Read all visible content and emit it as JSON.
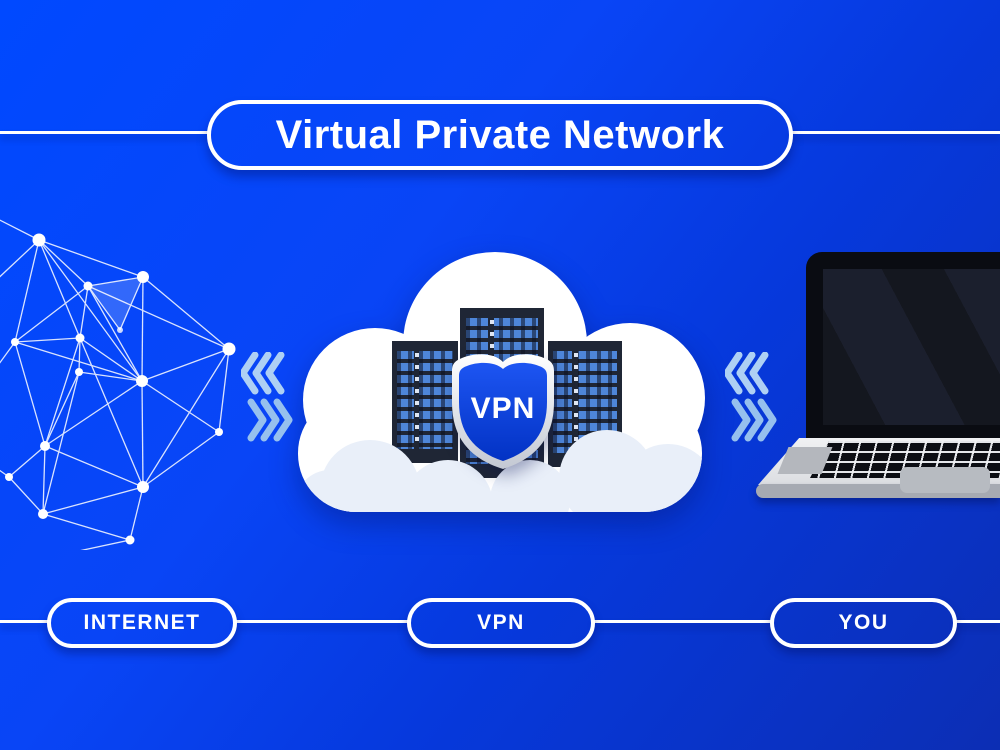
{
  "title": "Virtual Private Network",
  "shield": {
    "label": "VPN"
  },
  "labels": {
    "internet": "INTERNET",
    "vpn": "VPN",
    "you": "YOU"
  },
  "icons": {
    "left": "network-mesh-icon",
    "center": "cloud-servers-shield-icon",
    "right": "laptop-icon",
    "flow_left": "double-chevron-arrows-icon",
    "flow_right": "double-chevron-arrows-icon"
  },
  "colors": {
    "background_gradient_start": "#0049ff",
    "background_gradient_end": "#0c2eb4",
    "outline_white": "#ffffff",
    "chevron_light": "#aed0f4",
    "chevron_dark": "#96c0ee",
    "shield_blue_top": "#1d55f2",
    "shield_blue_bottom": "#0232c4",
    "rack_body": "#1f2635",
    "rack_bar_blue": "#4e86d9",
    "cloud_white": "#ffffff",
    "cloud_puff": "#e9eff9"
  }
}
